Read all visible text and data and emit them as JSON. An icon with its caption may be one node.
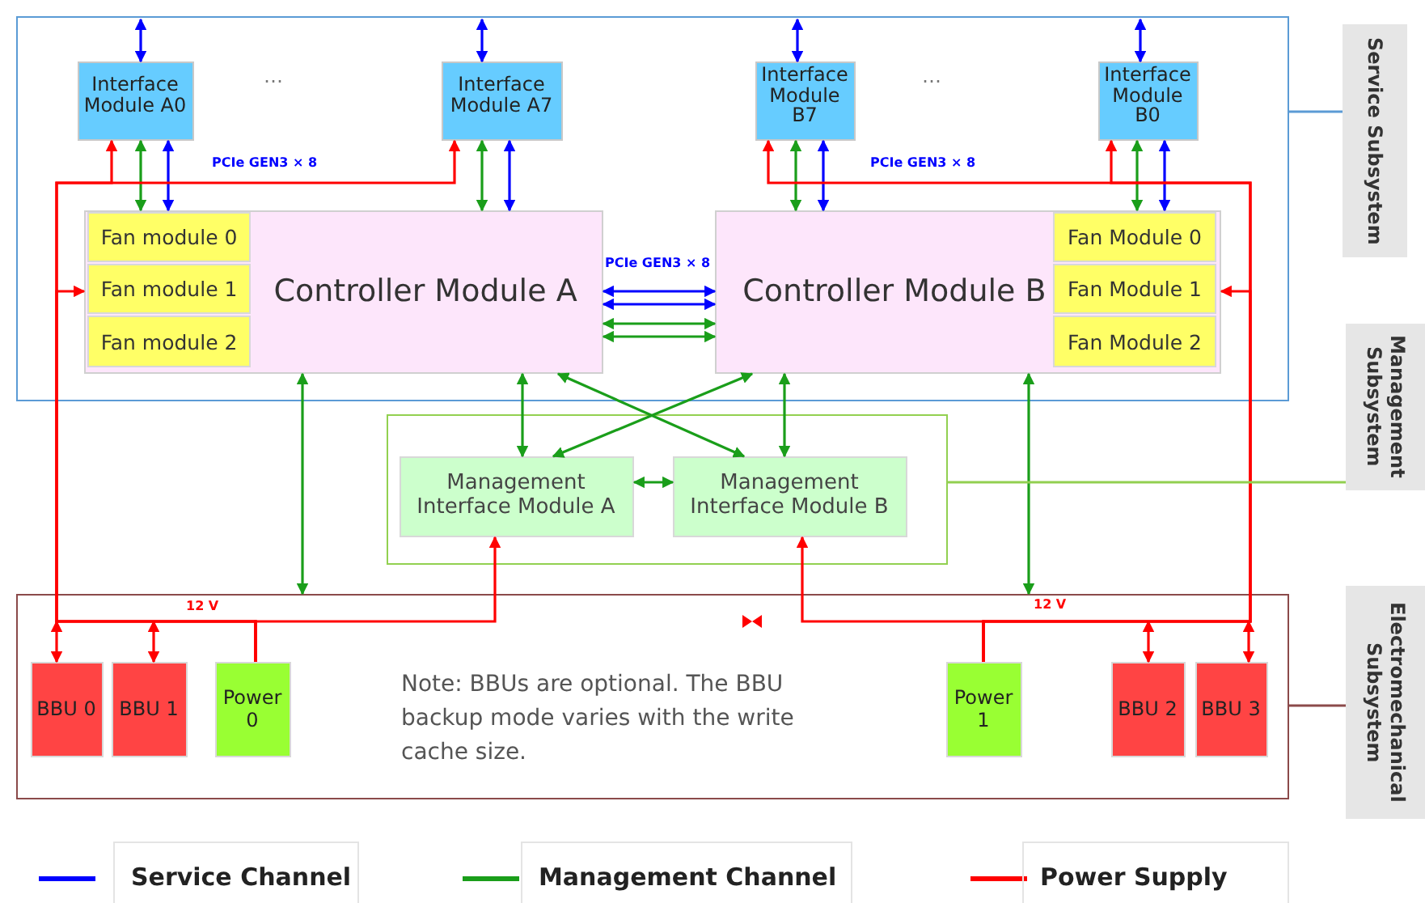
{
  "diagram": {
    "nodes": [
      {
        "text": [],
        "shape": "box"
      },
      {
        "text": [
          "Interface Module A0"
        ],
        "in": 0
      },
      {
        "text": [
          "Interface Module A7"
        ],
        "in": 0
      },
      {
        "text": [
          "Interface Module B7"
        ],
        "in": 0
      },
      {
        "text": [
          "Interface Module B0"
        ],
        "in": 0
      },
      {
        "text": [
          "Controller Module A"
        ],
        "in": 0
      },
      {
        "text": [
          "Fan module 0"
        ],
        "in": 5
      },
      {
        "text": [
          "Fan module 1"
        ],
        "in": 5
      },
      {
        "text": [
          "Fan module 2"
        ],
        "in": 5
      },
      {
        "text": [
          "Controller Module B"
        ],
        "in": 0
      },
      {
        "text": [
          "Fan Module 0"
        ],
        "in": 9
      },
      {
        "text": [
          "Fan Module 1"
        ],
        "in": 9
      },
      {
        "text": [
          "Fan Module 2"
        ],
        "in": 9
      },
      {
        "text": [
          "Service Subsystem"
        ]
      },
      {
        "text": [],
        "shape": "box"
      },
      {
        "text": [
          "Management Interface Module A"
        ],
        "in": 14
      },
      {
        "text": [
          "Management Interface Module B"
        ],
        "in": 14
      },
      {
        "text": [
          "Management Subsystem"
        ]
      },
      {
        "text": [],
        "shape": "box"
      },
      {
        "text": [
          "BBU 0"
        ],
        "in": 18
      },
      {
        "text": [
          "BBU 1"
        ],
        "in": 18
      },
      {
        "text": [
          "Power 0"
        ],
        "in": 18
      },
      {
        "text": [
          "Power 1"
        ],
        "in": 18
      },
      {
        "text": [
          "BBU 2"
        ],
        "in": 18
      },
      {
        "text": [
          "BBU 3"
        ],
        "in": 18
      },
      {
        "text": [
          "Electromechanical Subsystem"
        ]
      }
    ],
    "edges": [
      {
        "from": 1,
        "to": null,
        "arrow": "both",
        "color": "#0000ff"
      },
      {
        "from": 2,
        "to": null,
        "arrow": "both",
        "color": "#0000ff"
      },
      {
        "from": 3,
        "to": null,
        "arrow": "both",
        "color": "#0000ff"
      },
      {
        "from": 4,
        "to": null,
        "arrow": "both",
        "color": "#0000ff"
      },
      {
        "from": 1,
        "to": 5,
        "arrow": "both"
      },
      {
        "from": 1,
        "to": 5,
        "arrow": "both",
        "color": "#0000ff"
      },
      {
        "from": 2,
        "to": 5,
        "arrow": "both"
      },
      {
        "from": 2,
        "to": 5,
        "arrow": "both",
        "color": "#0000ff"
      },
      {
        "from": 3,
        "to": 9,
        "arrow": "both"
      },
      {
        "from": 3,
        "to": 9,
        "arrow": "both",
        "color": "#0000ff"
      },
      {
        "from": 4,
        "to": 9,
        "arrow": "both"
      },
      {
        "from": 4,
        "to": 9,
        "arrow": "both",
        "color": "#0000ff"
      },
      {
        "from": 5,
        "to": 9,
        "arrow": "both",
        "color": "#0000ff"
      },
      {
        "from": 5,
        "to": 9,
        "arrow": "both",
        "color": "#0000ff"
      },
      {
        "from": 5,
        "to": 9,
        "arrow": "both"
      },
      {
        "from": 5,
        "to": 9,
        "arrow": "both"
      },
      {
        "from": 5,
        "to": 18,
        "arrow": "both"
      },
      {
        "from": 9,
        "to": 18,
        "arrow": "both"
      },
      {
        "from": 5,
        "to": 15,
        "arrow": "both"
      },
      {
        "from": 5,
        "to": 16,
        "arrow": "both"
      },
      {
        "from": 9,
        "to": 15,
        "arrow": "both"
      },
      {
        "from": 9,
        "to": 16,
        "arrow": "both"
      },
      {
        "from": 15,
        "to": 16,
        "arrow": "both"
      },
      {
        "from": 21,
        "to": 1,
        "arrow": "to",
        "color": "#ff0000"
      },
      {
        "from": 21,
        "to": 2,
        "arrow": "to",
        "color": "#ff0000"
      },
      {
        "from": 21,
        "to": 5,
        "arrow": "to",
        "color": "#ff0000"
      },
      {
        "from": 21,
        "to": 15,
        "arrow": "to",
        "color": "#ff0000"
      },
      {
        "from": 22,
        "to": 3,
        "arrow": "to",
        "color": "#ff0000"
      },
      {
        "from": 22,
        "to": 4,
        "arrow": "to",
        "color": "#ff0000"
      },
      {
        "from": 22,
        "to": 9,
        "arrow": "to",
        "color": "#ff0000"
      },
      {
        "from": 22,
        "to": 16,
        "arrow": "to",
        "color": "#ff0000"
      },
      {
        "from": 19,
        "to": null,
        "arrow": "both",
        "color": "#ff0000"
      },
      {
        "from": 20,
        "to": null,
        "arrow": "both",
        "color": "#ff0000"
      },
      {
        "from": 23,
        "to": null,
        "arrow": "both",
        "color": "#ff0000"
      },
      {
        "from": 24,
        "to": null,
        "arrow": "both",
        "color": "#ff0000"
      },
      {
        "from": 0,
        "to": 13,
        "arrow": "none",
        "color": "#5b9bd5"
      },
      {
        "from": 14,
        "to": 17,
        "arrow": "none",
        "color": "#92d050"
      },
      {
        "from": 18,
        "to": 25,
        "arrow": "none",
        "color": "#8b4a4a"
      }
    ],
    "labels": [
      "…",
      "…",
      "PCIe GEN3 × 8",
      "PCIe GEN3 × 8",
      "PCIe GEN3 × 8",
      "12 V",
      "12 V",
      "Note: BBUs are optional. The BBU backup mode varies with the write cache size."
    ],
    "legend": [
      {
        "text": "Service Channel"
      },
      {
        "text": "Management Channel"
      },
      {
        "text": "Power Supply"
      }
    ]
  }
}
